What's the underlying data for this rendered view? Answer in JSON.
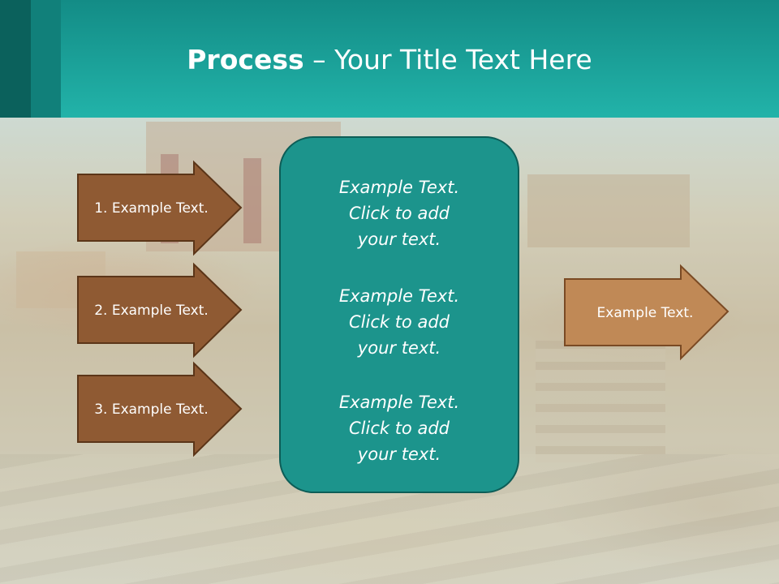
{
  "slide": {
    "title_bold": "Process",
    "title_dash": " – ",
    "title_rest": "Your Title Text Here"
  },
  "left_arrows": [
    {
      "label": "1. Example Text."
    },
    {
      "label": "2. Example Text."
    },
    {
      "label": "3. Example Text."
    }
  ],
  "center_panel": {
    "blocks": [
      {
        "text": "Example Text.\nClick  to add\nyour text."
      },
      {
        "text": "Example Text.\nClick  to add\nyour text."
      },
      {
        "text": "Example Text.\nClick  to add\nyour text."
      }
    ]
  },
  "right_arrow": {
    "label": "Example Text."
  },
  "colors": {
    "header_dark": "#0b615c",
    "header_teal": "#22b3a9",
    "panel_fill": "#1c948c",
    "panel_border": "#0d5d57",
    "left_arrow_fill": "#8f5a33",
    "left_arrow_stroke": "#5b3518",
    "right_arrow_fill": "#c08956",
    "right_arrow_stroke": "#7a4a24"
  }
}
